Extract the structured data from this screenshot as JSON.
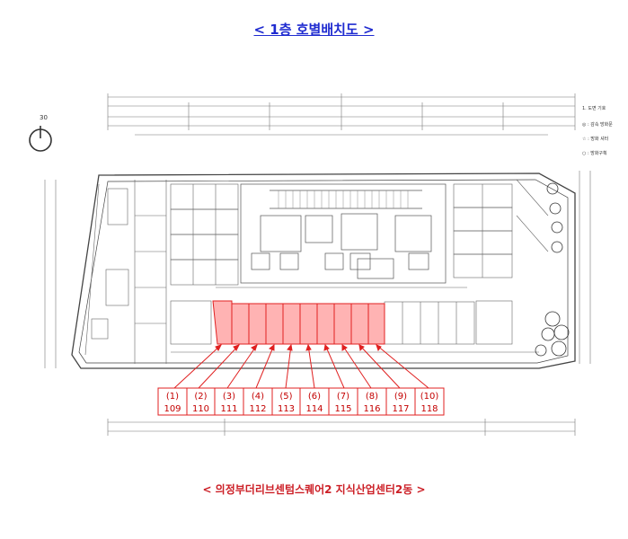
{
  "title": "< 1층 호별배치도 >",
  "caption": "< 의정부더리브센텀스퀘어2 지식산업센터2동 >",
  "compass": {
    "label": "30"
  },
  "legend": {
    "heading": "1. 도면 기호",
    "items": [
      "◎ : 감속 방화문",
      "☆ : 방화 셔터",
      "○ : 방화구획"
    ]
  },
  "units": [
    {
      "index": "(1)",
      "number": "109"
    },
    {
      "index": "(2)",
      "number": "110"
    },
    {
      "index": "(3)",
      "number": "111"
    },
    {
      "index": "(4)",
      "number": "112"
    },
    {
      "index": "(5)",
      "number": "113"
    },
    {
      "index": "(6)",
      "number": "114"
    },
    {
      "index": "(7)",
      "number": "115"
    },
    {
      "index": "(8)",
      "number": "116"
    },
    {
      "index": "(9)",
      "number": "117"
    },
    {
      "index": "(10)",
      "number": "118"
    }
  ],
  "colors": {
    "title": "#1f2bd0",
    "highlight_fill": "#ffb3b3",
    "highlight_stroke": "#e02020",
    "label_text": "#c40000",
    "plan_lines": "#555555"
  }
}
